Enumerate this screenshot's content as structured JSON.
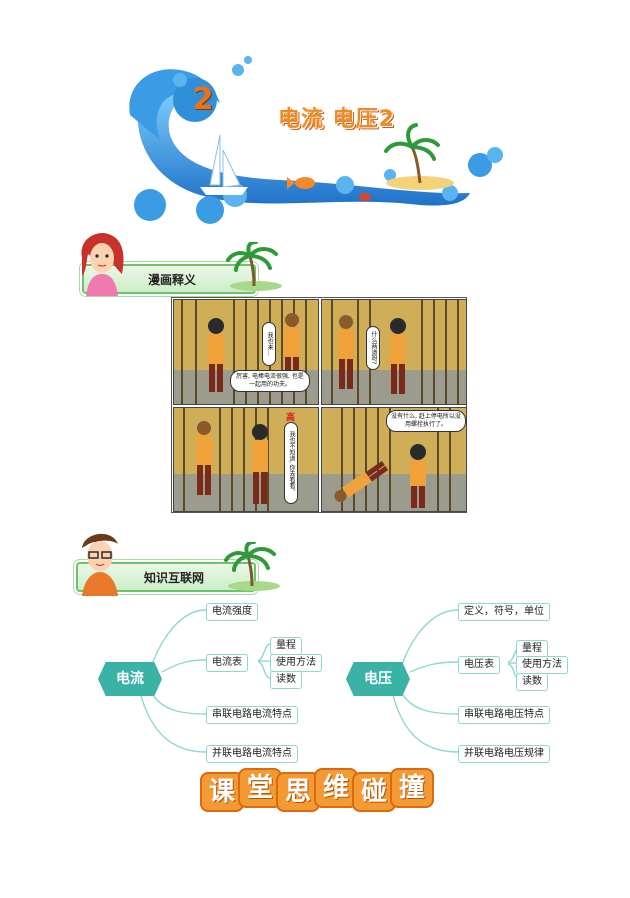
{
  "header": {
    "lesson_number": "2",
    "title": "电流  电压2"
  },
  "sections": {
    "comic": {
      "label": "漫画释义"
    },
    "knowledge": {
      "label": "知识互联网"
    }
  },
  "comic": {
    "panel1": {
      "vertical_bubble": "我也来…",
      "bubble": "厉害, 电棒电流很强, 也是一起用的功夫。"
    },
    "panel2": {
      "vertical_bubble": "什么两道呀?"
    },
    "panel3": {
      "vertical_bubble": "我也不知道, 你去看看。",
      "warning": "高"
    },
    "panel4": {
      "bubble": "没有什么, 赶上停电所以没用螺栓执行了。"
    }
  },
  "mindmap_current": {
    "hub": "电流",
    "branches": [
      "电流强度",
      "电流表",
      "串联电路电流特点",
      "并联电路电流特点"
    ],
    "meter_items": [
      "量程",
      "使用方法",
      "读数"
    ]
  },
  "mindmap_voltage": {
    "hub": "电压",
    "branches": [
      "定义，符号，单位",
      "电压表",
      "串联电路电压特点",
      "并联电路电压规律"
    ],
    "meter_items": [
      "量程",
      "使用方法",
      "读数"
    ]
  },
  "footer": {
    "chars": [
      "课",
      "堂",
      "思",
      "维",
      "碰",
      "撞"
    ]
  },
  "colors": {
    "accent_teal": "#3ab2a6",
    "title_orange": "#f08a24",
    "wave_blue": "#2f8fd8"
  }
}
